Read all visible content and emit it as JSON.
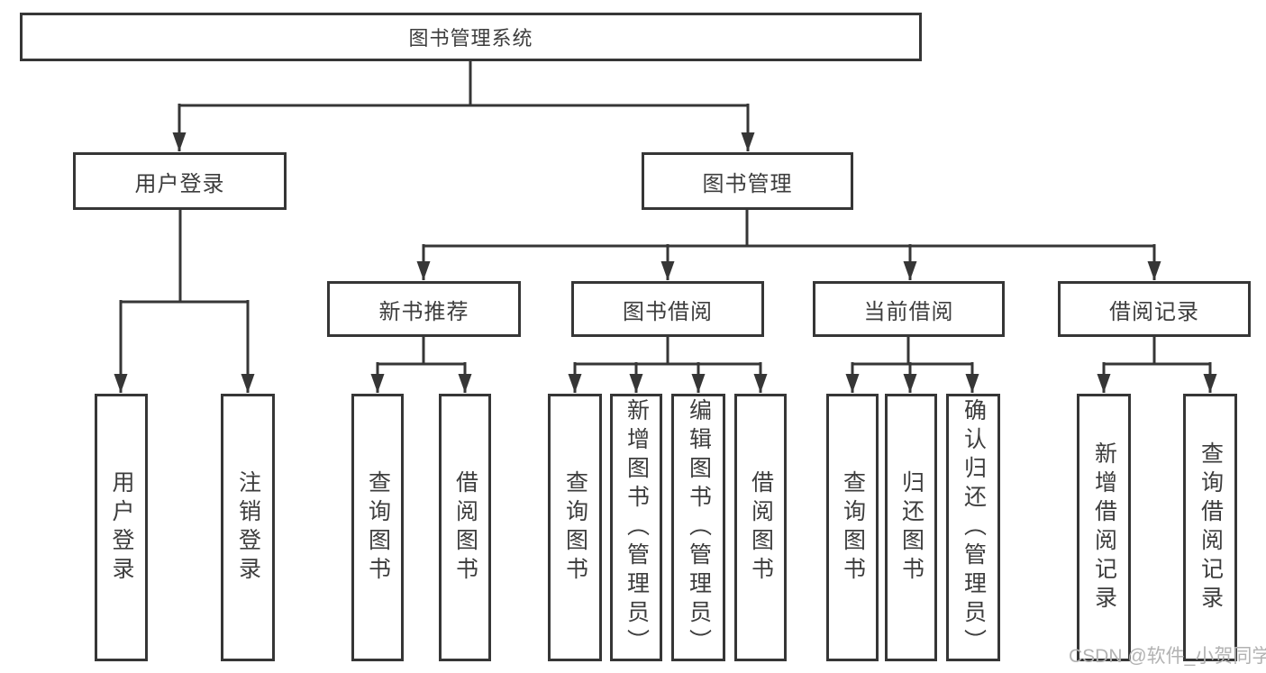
{
  "diagram": {
    "root": {
      "label": "图书管理系统"
    },
    "branches": [
      {
        "label": "用户登录",
        "children": [
          {
            "label": "用户登录"
          },
          {
            "label": "注销登录"
          }
        ]
      },
      {
        "label": "图书管理",
        "children": [
          {
            "label": "新书推荐",
            "children": [
              {
                "label": "查询图书"
              },
              {
                "label": "借阅图书"
              }
            ]
          },
          {
            "label": "图书借阅",
            "children": [
              {
                "label": "查询图书"
              },
              {
                "label": "新增图书（管理员）"
              },
              {
                "label": "编辑图书（管理员）"
              },
              {
                "label": "借阅图书"
              }
            ]
          },
          {
            "label": "当前借阅",
            "children": [
              {
                "label": "查询图书"
              },
              {
                "label": "归还图书"
              },
              {
                "label": "确认归还（管理员）"
              }
            ]
          },
          {
            "label": "借阅记录",
            "children": [
              {
                "label": "新增借阅记录"
              },
              {
                "label": "查询借阅记录"
              }
            ]
          }
        ]
      }
    ]
  },
  "watermark": {
    "text": "CSDN @软件_小贺同学"
  },
  "colors": {
    "line": "#363636",
    "text": "#3d3d3d",
    "background": "#ffffff",
    "watermark": "#b2b2b2"
  }
}
